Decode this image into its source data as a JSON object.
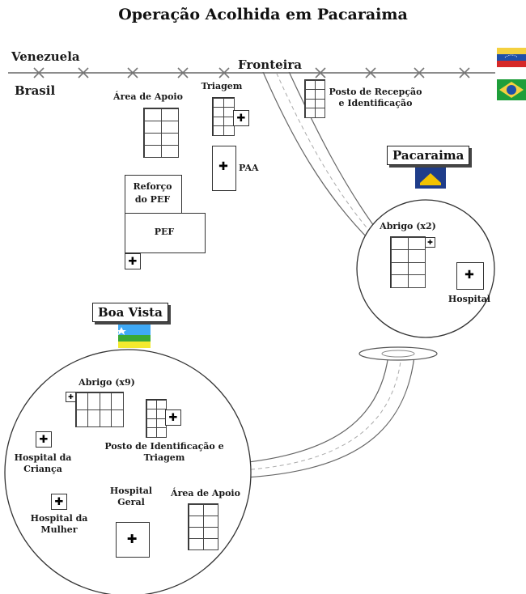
{
  "title": "Operação Acolhida em Pacaraima",
  "border": {
    "venezuela": "Venezuela",
    "brasil": "Brasil",
    "fronteira": "Fronteira"
  },
  "labels": {
    "area_apoio_north": "Área de Apoio",
    "triagem": "Triagem",
    "posto_recepcao": "Posto de Recepção\ne Identificação",
    "paa": "PAA",
    "reforco_pef": "Reforço\ndo PEF",
    "pef": "PEF",
    "abrigo_pacaraima": "Abrigo (x2)",
    "hospital_pacaraima": "Hospital",
    "abrigo_boavista": "Abrigo (x9)",
    "posto_identificacao": "Posto de Identificação e\nTriagem",
    "hospital_crianca": "Hospital da\nCriança",
    "hospital_mulher": "Hospital da\nMulher",
    "hospital_geral": "Hospital\nGeral",
    "area_apoio_bv": "Área de Apoio"
  },
  "places": {
    "pacaraima": "Pacaraima",
    "boa_vista": "Boa Vista"
  },
  "icons": {
    "cross": "✚",
    "barrier": "✕"
  },
  "colors": {
    "venezuela_flag": [
      "#f4d03f",
      "#1f4fa8",
      "#d62828"
    ],
    "brazil_flag": [
      "#1e9e3a",
      "#f4d03f",
      "#1f4fa8"
    ],
    "pacaraima_flag": [
      "#1f3d8a",
      "#f2c200",
      "#3a8f3a"
    ],
    "roraima_flag": [
      "#3fa9f5",
      "#3aa935",
      "#f4ea2e"
    ],
    "road": "#555555"
  }
}
